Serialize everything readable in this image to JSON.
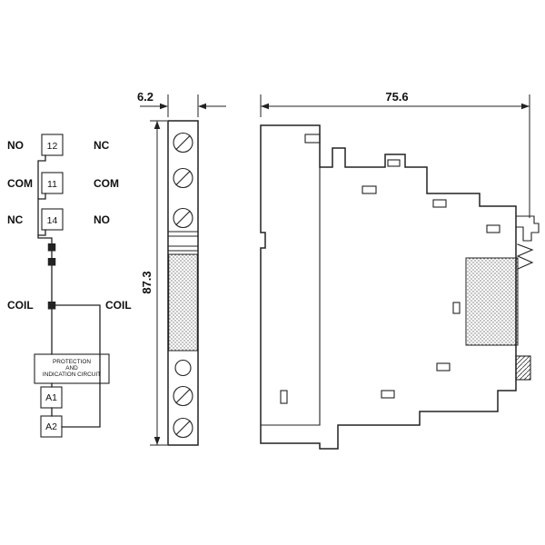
{
  "schematic": {
    "rows": [
      {
        "left_label": "NO",
        "terminal": "12",
        "right_label": "NC"
      },
      {
        "left_label": "COM",
        "terminal": "11",
        "right_label": "COM"
      },
      {
        "left_label": "NC",
        "terminal": "14",
        "right_label": "NO"
      }
    ],
    "coil_label_left": "COIL",
    "coil_label_right": "COIL",
    "protection_box_lines": [
      "PROTECTION",
      "AND",
      "INDICATION CIRCUIT"
    ],
    "terminal_a1": "A1",
    "terminal_a2": "A2"
  },
  "dimensions": {
    "front_width_mm": "6.2",
    "front_height_mm": "87.3",
    "side_depth_mm": "75.6"
  },
  "colors": {
    "line": "#222222",
    "background": "#ffffff"
  }
}
